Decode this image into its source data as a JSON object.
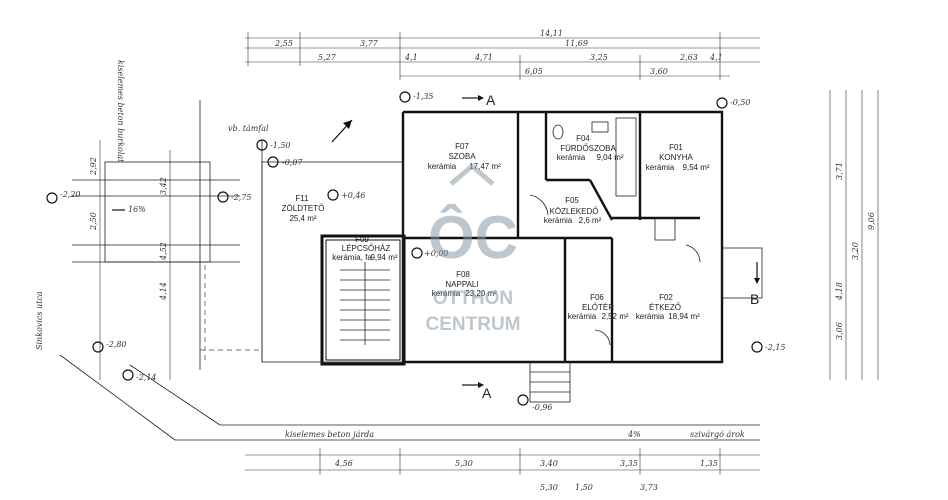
{
  "rooms": [
    {
      "code": "F07",
      "name": "SZOBA",
      "finish": "kerámia",
      "area": "17,47 m²"
    },
    {
      "code": "F04",
      "name": "FÜRDŐSZOBA",
      "finish": "kerámia",
      "area": "9,04 m²"
    },
    {
      "code": "F01",
      "name": "KONYHA",
      "finish": "kerámia",
      "area": "9,54 m²"
    },
    {
      "code": "F05",
      "name": "KÖZLEKEDŐ",
      "finish": "kerámia",
      "area": "2,6 m²"
    },
    {
      "code": "F11",
      "name": "ZÖLDTETŐ",
      "finish": "",
      "area": "25,4 m²"
    },
    {
      "code": "F09",
      "name": "LÉPCSŐHÁZ",
      "finish": "kerámia, fa",
      "area": "9,94 m²"
    },
    {
      "code": "F08",
      "name": "NAPPALI",
      "finish": "kerámia",
      "area": "23,20 m²"
    },
    {
      "code": "F06",
      "name": "ELŐTÉR",
      "finish": "kerámia",
      "area": "2,52 m²"
    },
    {
      "code": "F02",
      "name": "ÉTKEZŐ",
      "finish": "kerámia",
      "area": "18,94 m²"
    }
  ],
  "section_marks": {
    "a_top": "A",
    "a_bottom": "A",
    "b": "B"
  },
  "levels": {
    "top_left": "-1,35",
    "top_right": "-0,50",
    "left_wall": "-1,50",
    "roof_edge": "-0,07",
    "left_far": "-2,20",
    "green_roof": "+0,46",
    "right_side": "-2,75",
    "stair_top": "+0,00",
    "bottom_left": "-2,80",
    "bottom_left2": "-2,14",
    "bottom_right": "-2,15",
    "entrance": "-0,96"
  },
  "annotations": {
    "wall_note": "vb. támfal",
    "left_street": "Sinkovics utca",
    "top_left_note": "kiselemes beton burkolat",
    "bottom_walk": "kiselemes beton járda",
    "bottom_ditch": "szivárgó árok",
    "slope": "4%",
    "slope_left": "16%"
  },
  "dimensions": {
    "top_total": "14,11",
    "top_row1": [
      "2,55",
      "3,77",
      "11,69"
    ],
    "top_row2": [
      "5,27",
      "4,1",
      "4,71",
      "3,25",
      "2,63",
      "4,1"
    ],
    "top_row3": [
      "6,05",
      "3,60"
    ],
    "bottom_row1": [
      "4,56",
      "5,30",
      "3,40",
      "3,35",
      "1,35"
    ],
    "bottom_row2": [
      "5,30",
      "1,50",
      "3,73"
    ],
    "left_col": [
      "2,92",
      "2,50",
      "3,42",
      "4,14",
      "4,52"
    ],
    "right_col": [
      "3,71",
      "3,20",
      "9,06",
      "4,18",
      "3,06"
    ]
  },
  "watermark": {
    "logo": "ÔC",
    "line1": "OTTHON",
    "line2": "CENTRUM"
  }
}
